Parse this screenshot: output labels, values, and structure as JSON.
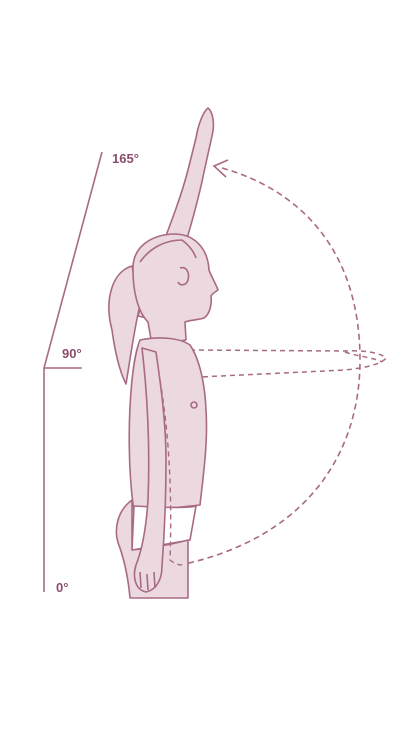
{
  "angle_labels": {
    "top": "165°",
    "middle": "90°",
    "bottom": "0°"
  },
  "colors": {
    "line": "#a86a85",
    "fill": "#ecd8df",
    "label": "#8a4e6b",
    "background": "#ffffff"
  }
}
